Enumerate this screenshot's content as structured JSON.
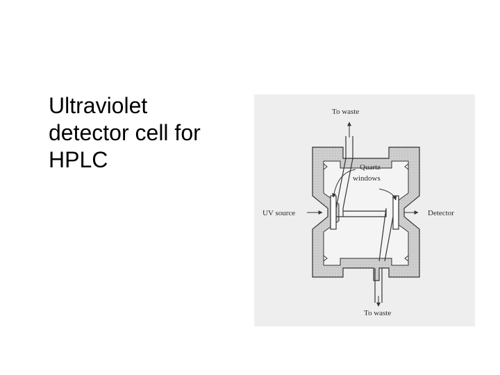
{
  "slide": {
    "title_lines": [
      "Ultraviolet",
      "detector cell for",
      "HPLC"
    ]
  },
  "diagram": {
    "labels": {
      "top_outlet": "To waste",
      "bottom_outlet": "To waste",
      "quartz_line1": "Quartz",
      "quartz_line2": "windows",
      "uv_source": "UV source",
      "detector": "Detector"
    },
    "colors": {
      "scan_background": "#eeeeee",
      "body_fill": "#d2d2d2",
      "ink": "#333333"
    }
  }
}
